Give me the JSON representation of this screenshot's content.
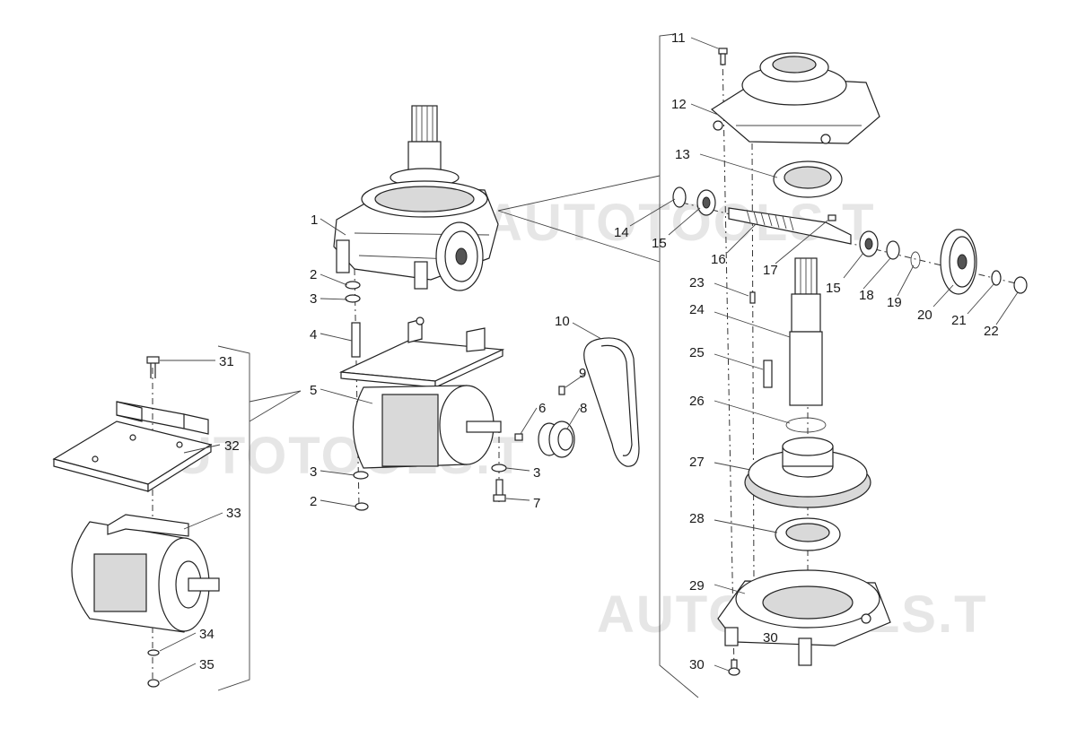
{
  "watermarks": [
    "AUTOTOOLS.T",
    "AUTOTOOLS.T",
    "AUTOTOOLS.T"
  ],
  "labels": [
    "1",
    "2",
    "3",
    "4",
    "5",
    "2",
    "3",
    "3",
    "7",
    "6",
    "8",
    "9",
    "10",
    "11",
    "12",
    "13",
    "14",
    "15",
    "16",
    "17",
    "15",
    "18",
    "19",
    "20",
    "21",
    "22",
    "23",
    "24",
    "25",
    "26",
    "27",
    "28",
    "29",
    "30",
    "30",
    "31",
    "32",
    "33",
    "34",
    "35"
  ]
}
